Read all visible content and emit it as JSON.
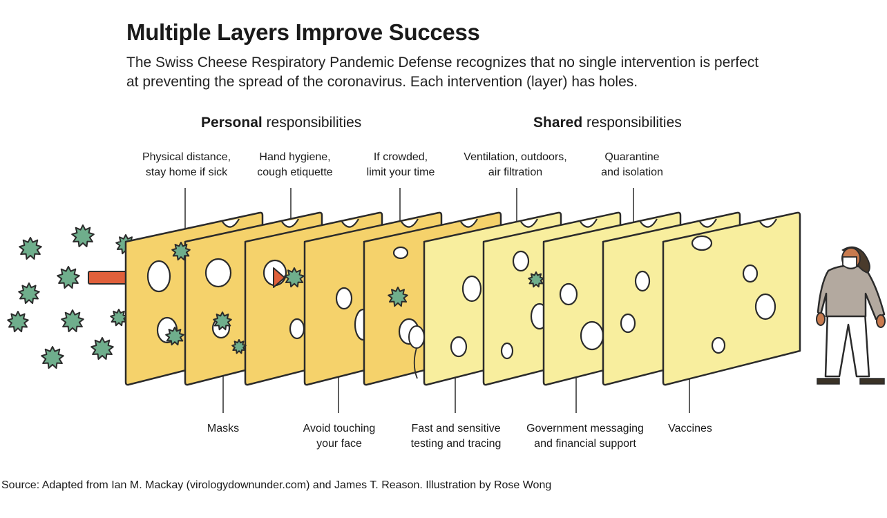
{
  "title": "Multiple Layers Improve Success",
  "subtitle": "The Swiss Cheese Respiratory Pandemic Defense recognizes that no single intervention is perfect at preventing the spread of the coronavirus. Each intervention (layer) has holes.",
  "groups": {
    "personal": {
      "bold": "Personal",
      "rest": " responsibilities"
    },
    "shared": {
      "bold": "Shared",
      "rest": " responsibilities"
    }
  },
  "top_labels": [
    {
      "l1": "Physical distance,",
      "l2": "stay home if sick"
    },
    {
      "l1": "Hand hygiene,",
      "l2": "cough etiquette"
    },
    {
      "l1": "If crowded,",
      "l2": "limit your time"
    },
    {
      "l1": "Ventilation, outdoors,",
      "l2": "air filtration"
    },
    {
      "l1": "Quarantine",
      "l2": "and isolation"
    }
  ],
  "bottom_labels": [
    {
      "l1": "Masks",
      "l2": ""
    },
    {
      "l1": "Avoid touching",
      "l2": "your face"
    },
    {
      "l1": "Fast and sensitive",
      "l2": "testing and tracing"
    },
    {
      "l1": "Government messaging",
      "l2": "and financial support"
    },
    {
      "l1": "Vaccines",
      "l2": ""
    }
  ],
  "source": "Source: Adapted from Ian M. Mackay (virologydownunder.com) and James T. Reason. Illustration by Rose Wong",
  "colors": {
    "cheese_personal": "#f5d26b",
    "cheese_shared": "#f8ee9e",
    "outline": "#2b2b2b",
    "virus": "#6fae8c",
    "arrow": "#e0603b",
    "person_top": "#b3a99f",
    "person_skin": "#c87a4e"
  }
}
